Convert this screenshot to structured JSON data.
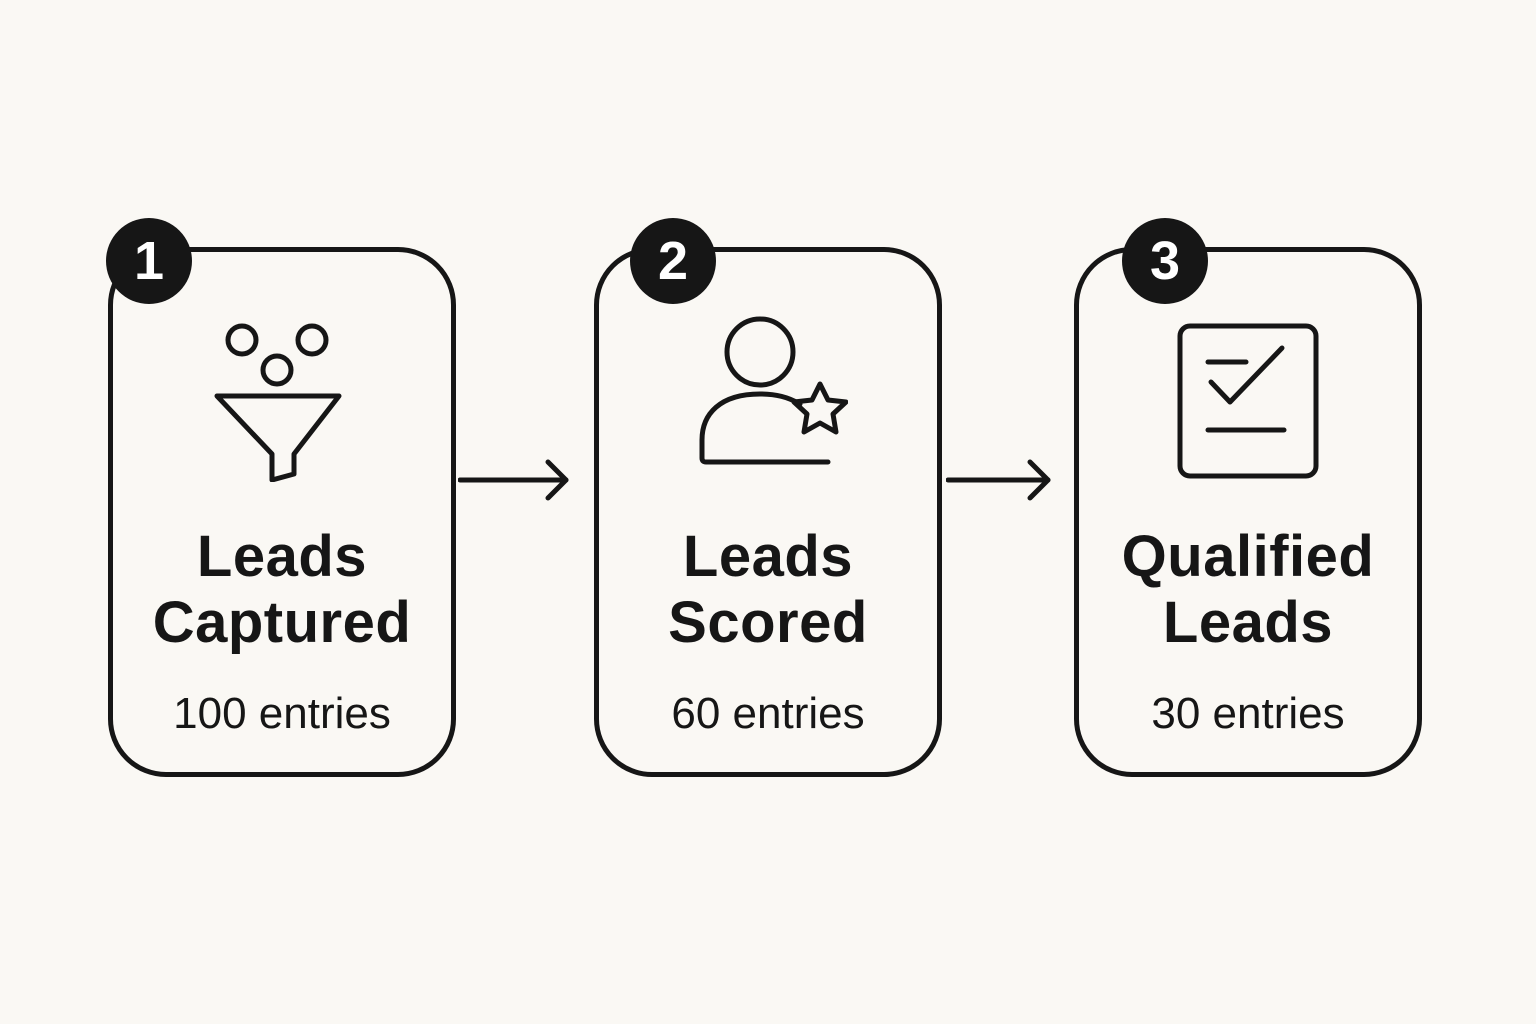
{
  "steps": [
    {
      "number": "1",
      "title": "Leads\nCaptured",
      "count": "100 entries",
      "icon": "funnel-icon"
    },
    {
      "number": "2",
      "title": "Leads\nScored",
      "count": "60 entries",
      "icon": "user-star-icon"
    },
    {
      "number": "3",
      "title": "Qualified\nLeads",
      "count": "30 entries",
      "icon": "checklist-icon"
    }
  ],
  "colors": {
    "background": "#faf8f4",
    "ink": "#161616",
    "badge_text": "#ffffff"
  }
}
